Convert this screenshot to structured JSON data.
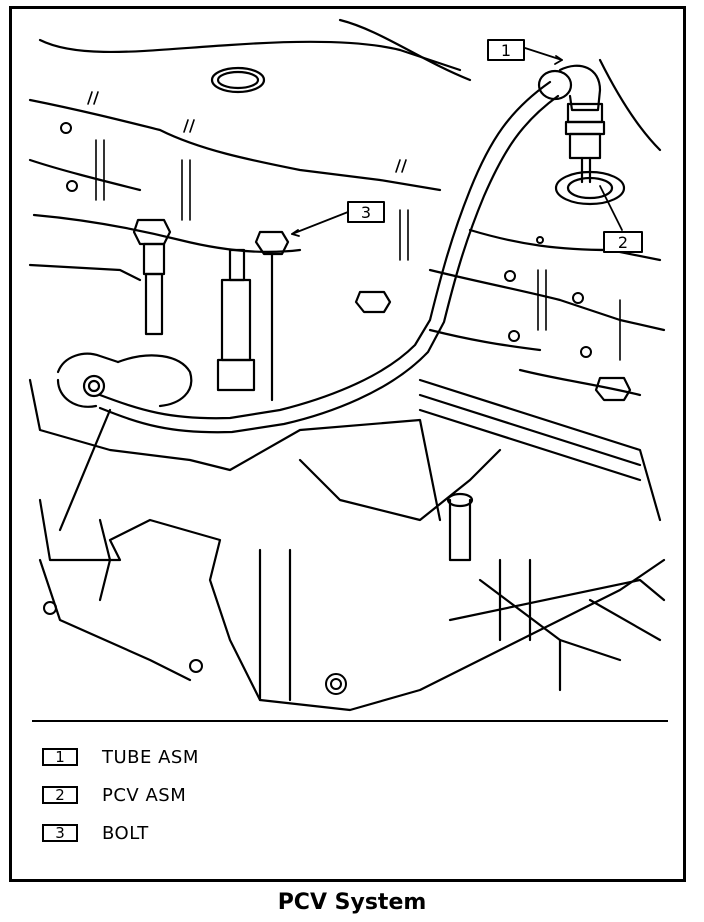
{
  "callouts": [
    "1",
    "2",
    "3"
  ],
  "legend": [
    {
      "num": "1",
      "label": "TUBE ASM"
    },
    {
      "num": "2",
      "label": "PCV ASM"
    },
    {
      "num": "3",
      "label": "BOLT"
    }
  ],
  "caption": "PCV System",
  "colors": {
    "ink": "#000000",
    "paper": "#ffffff"
  }
}
